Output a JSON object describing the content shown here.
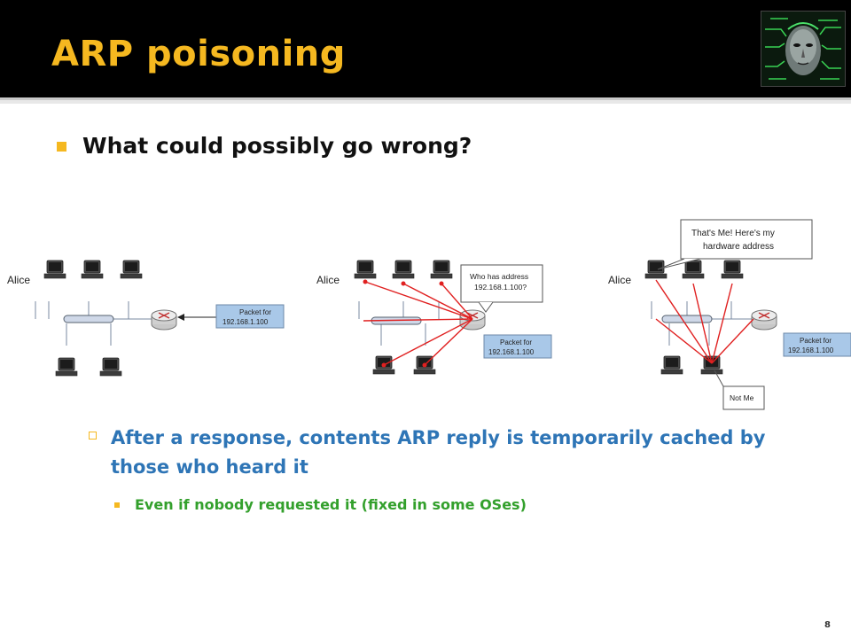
{
  "slide": {
    "title": "ARP poisoning",
    "logo_icon": "cyber-face-logo",
    "bullet1": "What could possibly go wrong?",
    "bullet2": "After a response, contents ARP reply is temporarily cached by those who heard it",
    "bullet3": "Even if nobody requested it (fixed in some OSes)",
    "slide_number": "8",
    "colors": {
      "title_bar": "#000000",
      "title_text": "#f5b820",
      "bullet_marker": "#f5b820",
      "bullet2_text": "#2e75b6",
      "bullet3_text": "#33a02c",
      "attack_lines": "#e02020"
    }
  },
  "diagram": {
    "panel1": {
      "alice": "Alice",
      "packet_l1": "Packet for",
      "packet_l2": "192.168.1.100"
    },
    "panel2": {
      "alice": "Alice",
      "bubble_l1": "Who has address",
      "bubble_l2": "192.168.1.100?",
      "packet_l1": "Packet for",
      "packet_l2": "192.168.1.100"
    },
    "panel3": {
      "alice": "Alice",
      "bubble_l1": "That's Me!  Here's my",
      "bubble_l2": "hardware address",
      "packet_l1": "Packet for",
      "packet_l2": "192.168.1.100",
      "notme": "Not Me"
    }
  }
}
